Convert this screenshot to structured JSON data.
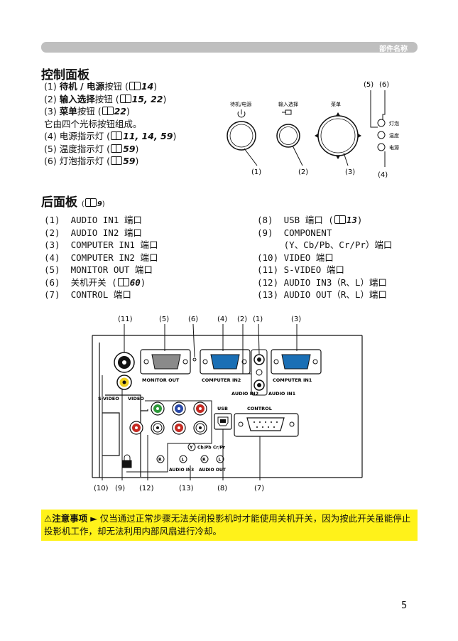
{
  "header": {
    "section_name": "部件名称"
  },
  "control_panel": {
    "title": "控制面板",
    "items": [
      {
        "num": "(1)",
        "name": "待机 / 电源",
        "suffix": "按钮 (",
        "refs": "14",
        "close": ")"
      },
      {
        "num": "(2)",
        "name": "输入选择",
        "suffix": "按钮 (",
        "refs": "15, 22",
        "close": ")"
      },
      {
        "num": "(3)",
        "name": "菜单",
        "suffix": "按钮 (",
        "refs": "22",
        "close": ")"
      }
    ],
    "note": "它由四个光标按钮组成。",
    "items2": [
      {
        "num": "(4)",
        "text": "电源指示灯 (",
        "refs": "11, 14, 59",
        "close": ")"
      },
      {
        "num": "(5)",
        "text": "温度指示灯 (",
        "refs": "59",
        "close": ")"
      },
      {
        "num": "(6)",
        "text": "灯泡指示灯 (",
        "refs": "59",
        "close": ")"
      }
    ],
    "diagram": {
      "label_standby": "待机/电源",
      "label_input": "输入选择",
      "label_menu": "菜单",
      "label_lamp": "灯泡",
      "label_temp": "温度",
      "label_power": "电源",
      "c1": "(1)",
      "c2": "(2)",
      "c3": "(3)",
      "c4": "(4)",
      "c5": "(5)",
      "c6": "(6)"
    }
  },
  "rear_panel": {
    "title": "后面板",
    "title_ref_open": "(",
    "title_ref": "9",
    "title_ref_close": ")",
    "left_items": [
      "(1)  AUDIO IN1 端口",
      "(2)  AUDIO IN2 端口",
      "(3)  COMPUTER IN1 端口",
      "(4)  COMPUTER IN2 端口",
      "(5)  MONITOR OUT 端口",
      "(6)  关机开关 (",
      "(7)  CONTROL 端口"
    ],
    "item6_ref": "60",
    "item6_close": ")",
    "right_items": [
      "(8)  USB 端口 (",
      "(9)  COMPONENT",
      "     (Y、Cb/Pb、Cr/Pr）端口",
      "(10) VIDEO 端口",
      "(11) S-VIDEO 端口",
      "(12) AUDIO IN3（R、L）端口",
      "(13) AUDIO OUT（R、L）端口"
    ],
    "item8_ref": "13",
    "item8_close": ")",
    "diagram": {
      "top_callouts": [
        "(11)",
        "(5)",
        "(6)",
        "(4)",
        "(2)",
        "(1)",
        "(3)"
      ],
      "bottom_callouts": [
        "(10)",
        "(9)",
        "(12)",
        "(13)",
        "(8)",
        "(7)"
      ],
      "monitor_out": "MONITOR OUT",
      "computer_in2": "COMPUTER IN2",
      "computer_in1": "COMPUTER IN1",
      "audio_in2": "AUDIO IN2",
      "audio_in1": "AUDIO IN1",
      "s_video": "S-VIDEO",
      "video": "VIDEO",
      "usb": "USB",
      "control": "CONTROL",
      "y": "Y",
      "cbpb": "Cb/Pb",
      "crpr": "Cr/Pr",
      "r": "R",
      "l": "L",
      "audio_in3": "AUDIO IN3",
      "audio_out": "AUDIO OUT"
    }
  },
  "caution": {
    "label": "⚠注意事项",
    "arrow": "►",
    "text": " 仅当通过正常步骤无法关闭投影机时才能使用关机开关，因为按此开关虽能停止投影机工作，却无法利用内部风扇进行冷却。"
  },
  "page_number": "5",
  "colors": {
    "caution_bg": "#fff21a",
    "header_bar": "#bfbfbf",
    "vga_blue": "#1a6fb5"
  }
}
